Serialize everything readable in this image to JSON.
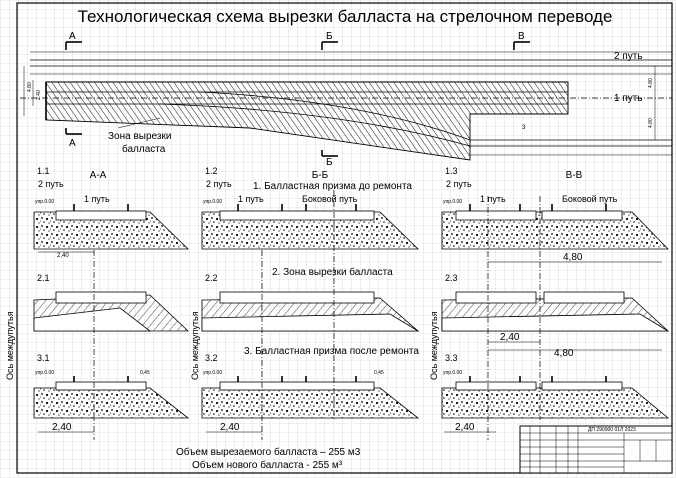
{
  "drawing": {
    "title": "Технологическая схема вырезки балласта на стрелочном переводе",
    "plan": {
      "section_marks": [
        "А",
        "Б",
        "В"
      ],
      "track_2": "2 путь",
      "track_1": "1 путь",
      "cut_zone_line1": "Зона вырезки",
      "cut_zone_line2": "балласта",
      "dim_left_1": "4.80",
      "dim_left_2": "2.40",
      "dim_right_1": "4.80",
      "dim_right_2": "4.80",
      "small_mark": "3"
    },
    "sections": {
      "aa": "А-А",
      "bb": "Б-Б",
      "vv": "В-В"
    },
    "rows": {
      "row1_title": "1. Балластная призма до ремонта",
      "row2_title": "2. Зона вырезки балласта",
      "row3_title": "3. Балластная призма после ремонта"
    },
    "labels": {
      "p11": "1.1",
      "p12": "1.2",
      "p13": "1.3",
      "p21": "2.1",
      "p22": "2.2",
      "p23": "2.3",
      "p31": "3.1",
      "p32": "3.2",
      "p33": "3.3",
      "track_2": "2 путь",
      "track_1": "1 путь",
      "side_track": "Боковой путь",
      "level": "упр.0.00",
      "axis_between": "Ось междупутья",
      "dim_240": "2,40",
      "dim_480": "4,80",
      "dim_045": "0,45"
    },
    "volumes": {
      "cut": "Объем вырезаемого балласта – 255 м3",
      "new": "Объем нового балласта - 255 м³"
    },
    "stamp": {
      "code": "ДП 290900 01Л 2023"
    }
  }
}
